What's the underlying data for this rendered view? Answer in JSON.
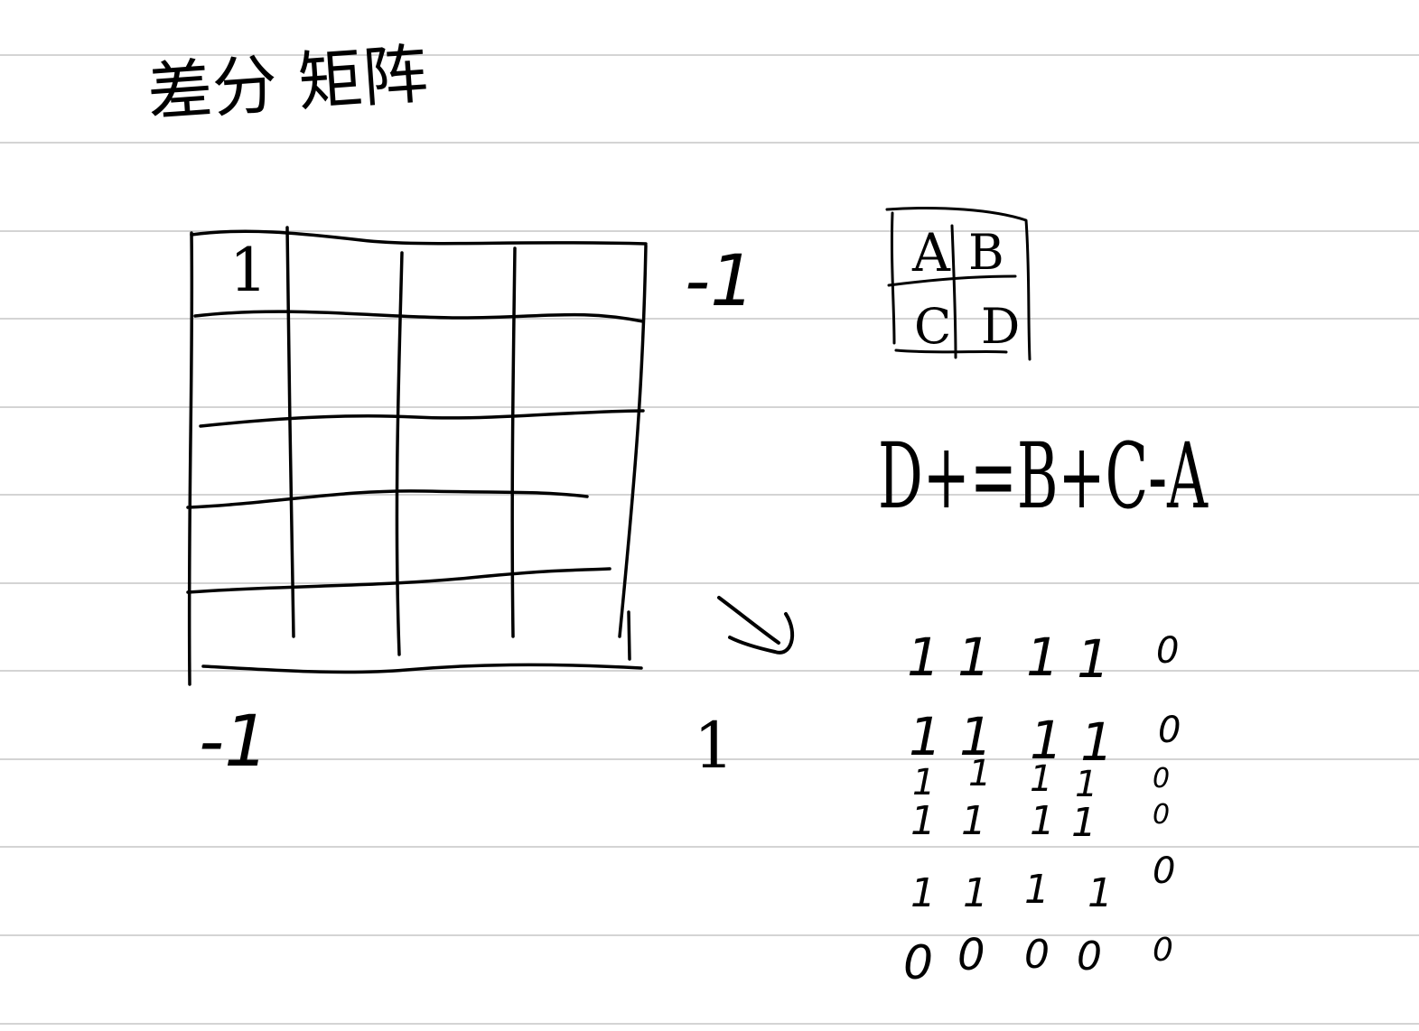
{
  "page": {
    "background": "#ffffff",
    "ruled_line_color": "#d4d4d4",
    "ink_color": "#000000"
  },
  "title": "差分 矩阵",
  "grid": {
    "cell_value": "1",
    "right_top_value": "-1",
    "bottom_left_value": "-1",
    "bottom_right_value": "1"
  },
  "box": {
    "a": "A",
    "b": "B",
    "c": "C",
    "d": "D"
  },
  "formula": "D+=B+C-A",
  "result": {
    "rows": [
      [
        "1",
        "1",
        "1",
        "1",
        "0"
      ],
      [
        "1",
        "1",
        "1",
        "1",
        "0"
      ],
      [
        "1",
        "1",
        "1",
        "1",
        "0"
      ],
      [
        "1",
        "1",
        "1",
        "1",
        "0"
      ],
      [
        "1",
        "1",
        "1",
        "1",
        "0"
      ],
      [
        "0",
        "0",
        "0",
        "0",
        "0"
      ]
    ]
  }
}
